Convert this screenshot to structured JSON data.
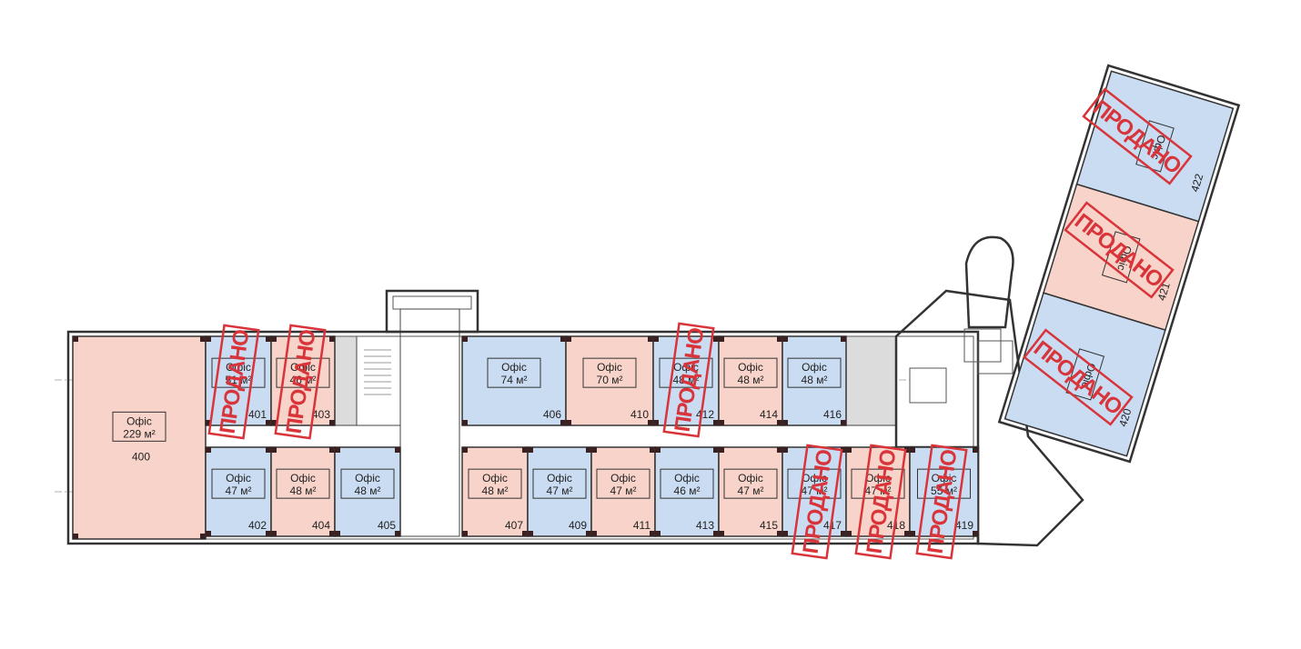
{
  "colors": {
    "available_pink": "#f8d3c9",
    "available_blue": "#cadcf2",
    "service_gray": "#dcdcdc",
    "sold_stamp": "#d8343a"
  },
  "sold_label": "ПРОДАНО",
  "office_label": "Офіс",
  "rooms": [
    {
      "number": "400",
      "area": "229 м²",
      "color": "pink",
      "sold": false
    },
    {
      "number": "401",
      "area": "51 м²",
      "color": "blue",
      "sold": true
    },
    {
      "number": "403",
      "area": "46 м²",
      "color": "pink",
      "sold": true
    },
    {
      "number": "402",
      "area": "47 м²",
      "color": "blue",
      "sold": false
    },
    {
      "number": "404",
      "area": "48 м²",
      "color": "pink",
      "sold": false
    },
    {
      "number": "405",
      "area": "48 м²",
      "color": "blue",
      "sold": false
    },
    {
      "number": "406",
      "area": "74 м²",
      "color": "blue",
      "sold": false
    },
    {
      "number": "410",
      "area": "70 м²",
      "color": "pink",
      "sold": false
    },
    {
      "number": "412",
      "area": "48 м²",
      "color": "blue",
      "sold": true
    },
    {
      "number": "414",
      "area": "48 м²",
      "color": "pink",
      "sold": false
    },
    {
      "number": "416",
      "area": "48 м²",
      "color": "blue",
      "sold": false
    },
    {
      "number": "407",
      "area": "48 м²",
      "color": "pink",
      "sold": false
    },
    {
      "number": "409",
      "area": "47 м²",
      "color": "blue",
      "sold": false
    },
    {
      "number": "411",
      "area": "47 м²",
      "color": "pink",
      "sold": false
    },
    {
      "number": "413",
      "area": "46 м²",
      "color": "blue",
      "sold": false
    },
    {
      "number": "415",
      "area": "47 м²",
      "color": "pink",
      "sold": false
    },
    {
      "number": "417",
      "area": "47 м²",
      "color": "blue",
      "sold": true
    },
    {
      "number": "418",
      "area": "47 м²",
      "color": "pink",
      "sold": true
    },
    {
      "number": "419",
      "area": "55 м²",
      "color": "blue",
      "sold": true
    },
    {
      "number": "420",
      "area": "",
      "color": "blue",
      "sold": true
    },
    {
      "number": "421",
      "area": "",
      "color": "pink",
      "sold": true
    },
    {
      "number": "422",
      "area": "",
      "color": "blue",
      "sold": true
    }
  ]
}
